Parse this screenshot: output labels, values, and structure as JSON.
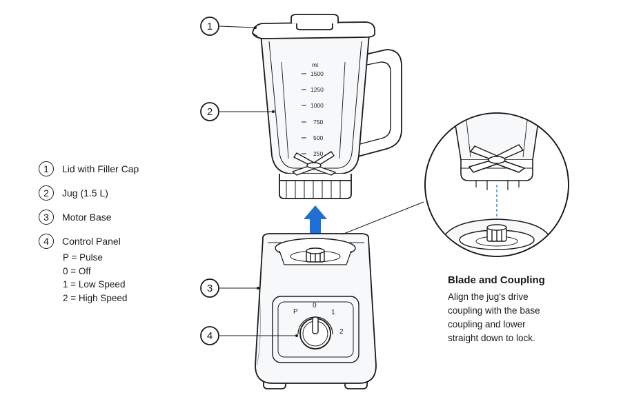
{
  "callouts": [
    {
      "number": "1",
      "label": "Lid with Filler Cap"
    },
    {
      "number": "2",
      "label": "Jug (1.5 L)"
    },
    {
      "number": "3",
      "label": "Motor Base"
    },
    {
      "number": "4",
      "label": "Control Panel"
    }
  ],
  "control_settings": [
    "P = Pulse",
    "0 = Off",
    "1 = Low Speed",
    "2 = High Speed"
  ],
  "jug_scale": {
    "unit": "ml",
    "marks": [
      "1500",
      "1250",
      "1000",
      "750",
      "500",
      "250"
    ]
  },
  "dial_positions": [
    "P",
    "0",
    "1",
    "2"
  ],
  "detail": {
    "title": "Blade and Coupling",
    "lines": [
      "Align the jug's drive",
      "coupling with the base",
      "coupling and lower",
      "straight down to lock."
    ]
  },
  "colors": {
    "arrow": "#1f6fd6",
    "line": "#1a1a1a",
    "dashed_guide": "#2a7de1"
  }
}
